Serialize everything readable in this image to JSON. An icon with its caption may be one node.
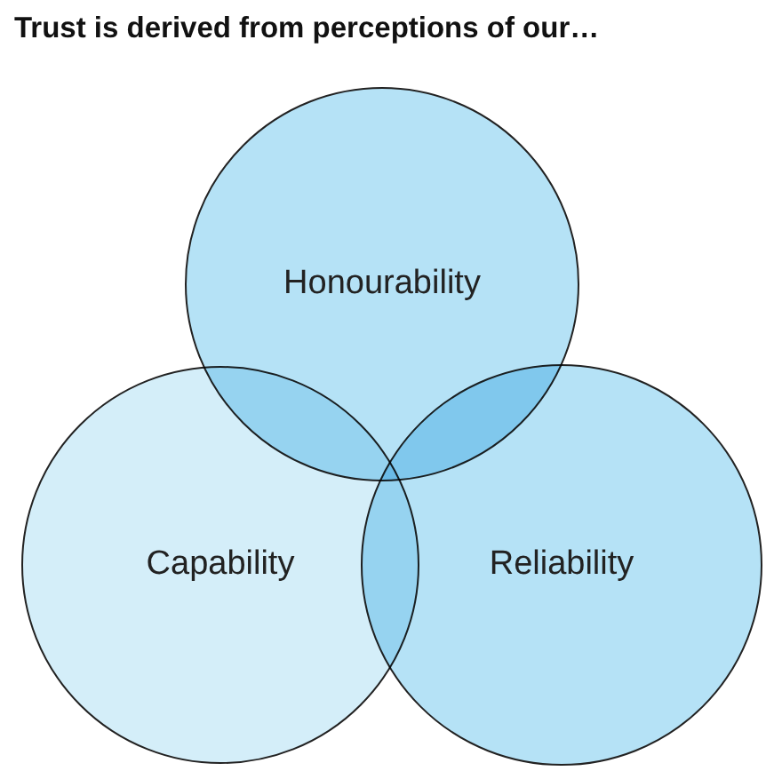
{
  "diagram": {
    "title": "Trust is derived from perceptions of our…",
    "nodes": [
      {
        "text": [
          "Honourability"
        ]
      },
      {
        "text": [
          "Capability"
        ]
      },
      {
        "text": [
          "Reliability"
        ]
      }
    ]
  }
}
